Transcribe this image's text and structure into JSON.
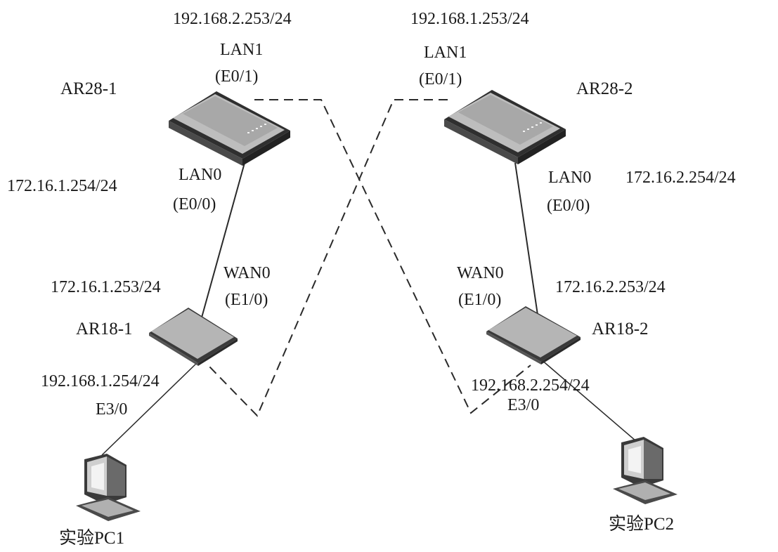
{
  "devices": {
    "ar28_1": {
      "name": "AR28-1"
    },
    "ar28_2": {
      "name": "AR28-2"
    },
    "ar18_1": {
      "name": "AR18-1"
    },
    "ar18_2": {
      "name": "AR18-2"
    },
    "pc1": {
      "name": "实验PC1"
    },
    "pc2": {
      "name": "实验PC2"
    }
  },
  "ar28_1": {
    "lan1_ip": "192.168.2.253/24",
    "lan1_name": "LAN1",
    "lan1_port": "(E0/1)",
    "lan0_ip": "172.16.1.254/24",
    "lan0_name": "LAN0",
    "lan0_port": "(E0/0)"
  },
  "ar28_2": {
    "lan1_ip": "192.168.1.253/24",
    "lan1_name": "LAN1",
    "lan1_port": "(E0/1)",
    "lan0_ip": "172.16.2.254/24",
    "lan0_name": "LAN0",
    "lan0_port": "(E0/0)"
  },
  "ar18_1": {
    "wan0_ip": "172.16.1.253/24",
    "wan0_name": "WAN0",
    "wan0_port": "(E1/0)",
    "e30_ip": "192.168.1.254/24",
    "e30_port": "E3/0"
  },
  "ar18_2": {
    "wan0_ip": "172.16.2.253/24",
    "wan0_name": "WAN0",
    "wan0_port": "(E1/0)",
    "e30_ip": "192.168.2.254/24",
    "e30_port": "E3/0"
  },
  "colors": {
    "line": "#2a2a2a",
    "device_top": "#b7b7b7",
    "device_side": "#3a3a3a",
    "background": "#ffffff"
  }
}
